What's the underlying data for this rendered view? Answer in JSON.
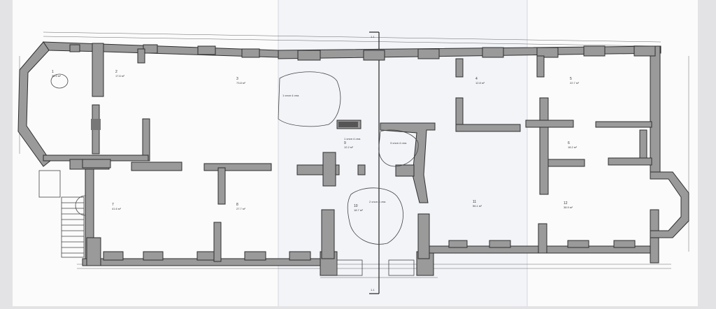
{
  "section_axis": {
    "top_label": "1-1",
    "bottom_label": "1-1"
  },
  "rooms": [
    {
      "id": "r1",
      "number": "1",
      "area": "35.9 м²"
    },
    {
      "id": "r2",
      "number": "2",
      "area": "17.6 м²"
    },
    {
      "id": "r3",
      "number": "3",
      "area": "73.8 м²"
    },
    {
      "id": "r4",
      "number": "4",
      "area": "12.8 м²"
    },
    {
      "id": "r5",
      "number": "5",
      "area": "22.7 м²"
    },
    {
      "id": "r6",
      "number": "6",
      "area": "18.2 м²"
    },
    {
      "id": "r7",
      "number": "7",
      "area": "41.6 м²"
    },
    {
      "id": "r8",
      "number": "8",
      "area": "27.7 м²"
    },
    {
      "id": "r9",
      "number": "9",
      "area": "12.2 м²"
    },
    {
      "id": "r10",
      "number": "10",
      "area": "18.7 м²"
    },
    {
      "id": "r11",
      "number": "11",
      "area": "56.1 м²"
    },
    {
      "id": "r12",
      "number": "12",
      "area": "38.9 м²"
    }
  ],
  "notes": {
    "n1": "1 сноп 4 отм.",
    "n2": "3 сноп 4 отм.",
    "n3": "2 сноп 4 отм.",
    "n4": "1 сноп 4 отм."
  }
}
